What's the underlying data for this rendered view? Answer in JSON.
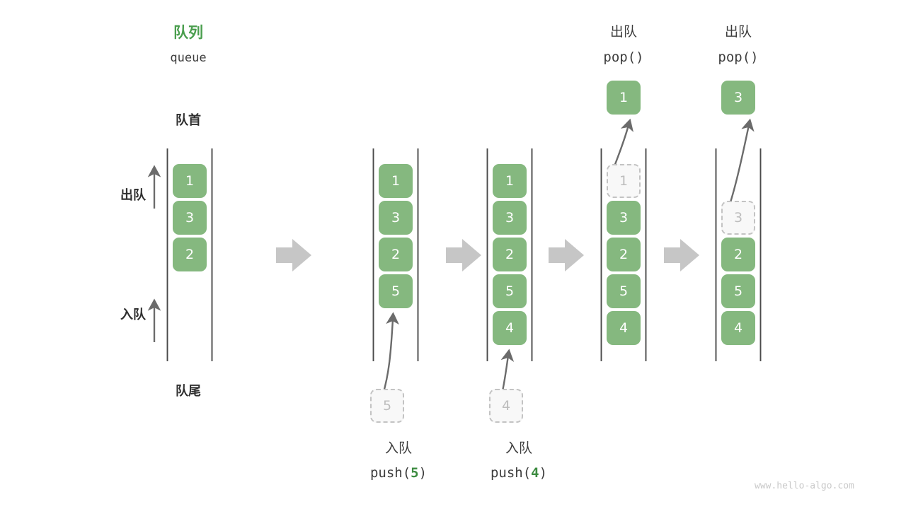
{
  "header": {
    "title_cn": "队列",
    "title_en": "queue",
    "front_label": "队首",
    "rear_label": "队尾"
  },
  "side_labels": {
    "dequeue": "出队",
    "enqueue": "入队"
  },
  "watermark": "www.hello-algo.com",
  "colors": {
    "cell_fill": "#85b87f",
    "cell_text": "#ffffff",
    "ghost_fill": "#f8f8f8",
    "ghost_border": "#c3c3c3",
    "ghost_text": "#bdbdbd",
    "title_green": "#4a9e4e",
    "arg_green": "#3c8b40",
    "rail": "#4a4a4a",
    "thin_arrow": "#6b6b6b",
    "block_arrow": "#c6c6c6",
    "text_dark": "#3d3d3d"
  },
  "steps": [
    {
      "id": "initial",
      "caption_cn": "",
      "caption_code": "",
      "top_label_cn": "",
      "top_label_code": "",
      "slots": [
        {
          "value": "1",
          "state": "filled"
        },
        {
          "value": "3",
          "state": "filled"
        },
        {
          "value": "2",
          "state": "filled"
        },
        {
          "value": "",
          "state": "empty"
        },
        {
          "value": "",
          "state": "empty"
        }
      ],
      "ghost_below": null,
      "popped": null
    },
    {
      "id": "push-5",
      "caption_cn": "入队",
      "caption_code_prefix": "push(",
      "caption_code_arg": "5",
      "caption_code_suffix": ")",
      "slots": [
        {
          "value": "1",
          "state": "filled"
        },
        {
          "value": "3",
          "state": "filled"
        },
        {
          "value": "2",
          "state": "filled"
        },
        {
          "value": "5",
          "state": "filled"
        },
        {
          "value": "",
          "state": "empty"
        }
      ],
      "ghost_below": {
        "value": "5"
      },
      "popped": null
    },
    {
      "id": "push-4",
      "caption_cn": "入队",
      "caption_code_prefix": "push(",
      "caption_code_arg": "4",
      "caption_code_suffix": ")",
      "slots": [
        {
          "value": "1",
          "state": "filled"
        },
        {
          "value": "3",
          "state": "filled"
        },
        {
          "value": "2",
          "state": "filled"
        },
        {
          "value": "5",
          "state": "filled"
        },
        {
          "value": "4",
          "state": "filled"
        }
      ],
      "ghost_below": {
        "value": "4"
      },
      "popped": null
    },
    {
      "id": "pop-1",
      "top_label_cn": "出队",
      "top_label_code": "pop()",
      "slots": [
        {
          "value": "1",
          "state": "ghost"
        },
        {
          "value": "3",
          "state": "filled"
        },
        {
          "value": "2",
          "state": "filled"
        },
        {
          "value": "5",
          "state": "filled"
        },
        {
          "value": "4",
          "state": "filled"
        }
      ],
      "ghost_below": null,
      "popped": {
        "value": "1"
      }
    },
    {
      "id": "pop-3",
      "top_label_cn": "出队",
      "top_label_code": "pop()",
      "slots": [
        {
          "value": "",
          "state": "empty"
        },
        {
          "value": "3",
          "state": "ghost"
        },
        {
          "value": "2",
          "state": "filled"
        },
        {
          "value": "5",
          "state": "filled"
        },
        {
          "value": "4",
          "state": "filled"
        }
      ],
      "ghost_below": null,
      "popped": {
        "value": "3"
      }
    }
  ],
  "flow_arrows": [
    {
      "from": "initial",
      "to": "push-5"
    },
    {
      "from": "push-5",
      "to": "push-4"
    },
    {
      "from": "push-4",
      "to": "pop-1"
    },
    {
      "from": "pop-1",
      "to": "pop-3"
    }
  ]
}
